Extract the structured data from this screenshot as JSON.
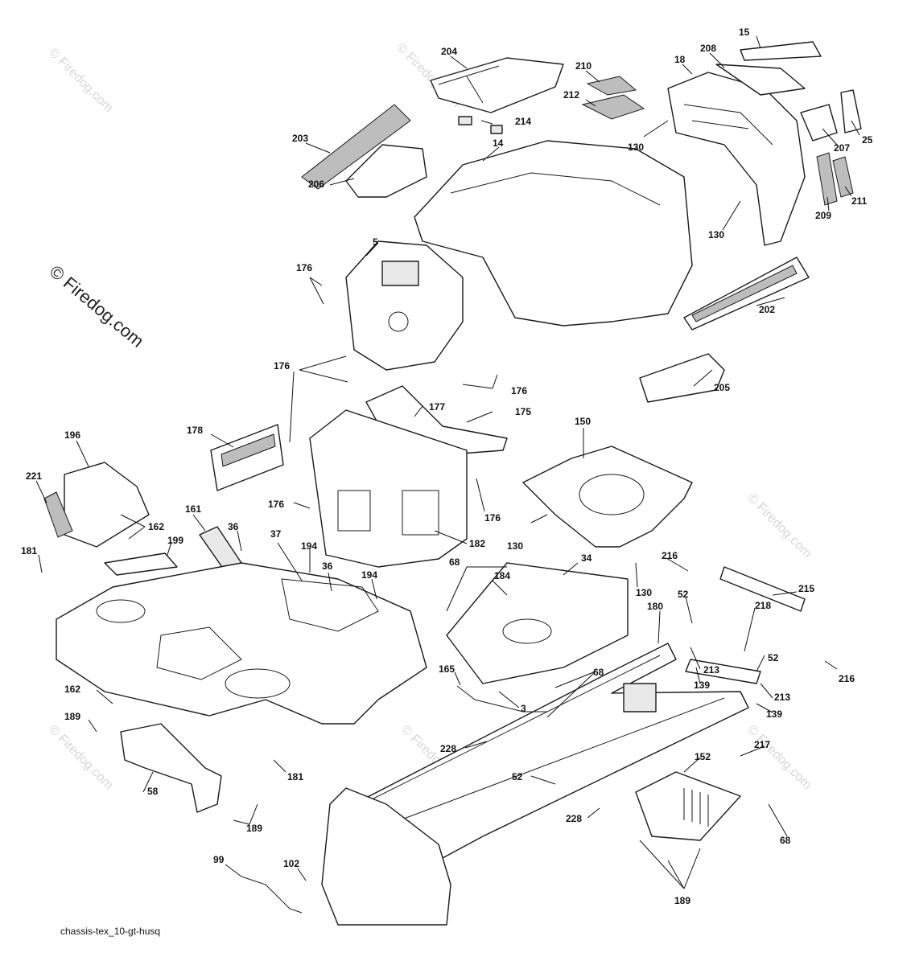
{
  "diagram": {
    "caption": "chassis-tex_10-gt-husq",
    "watermark_text": "© Firedog.com",
    "part_labels": [
      "15",
      "204",
      "210",
      "18",
      "208",
      "212",
      "214",
      "203",
      "14",
      "130",
      "207",
      "25",
      "206",
      "209",
      "211",
      "130",
      "5",
      "176",
      "202",
      "176",
      "176",
      "205",
      "177",
      "175",
      "178",
      "150",
      "196",
      "221",
      "176",
      "176",
      "161",
      "162",
      "182",
      "130",
      "181",
      "199",
      "36",
      "37",
      "194",
      "36",
      "194",
      "68",
      "184",
      "34",
      "216",
      "130",
      "215",
      "52",
      "218",
      "52",
      "68",
      "180",
      "165",
      "162",
      "213",
      "139",
      "216",
      "189",
      "3",
      "213",
      "139",
      "228",
      "217",
      "152",
      "181",
      "58",
      "52",
      "228",
      "68",
      "189",
      "99",
      "102",
      "189"
    ]
  }
}
